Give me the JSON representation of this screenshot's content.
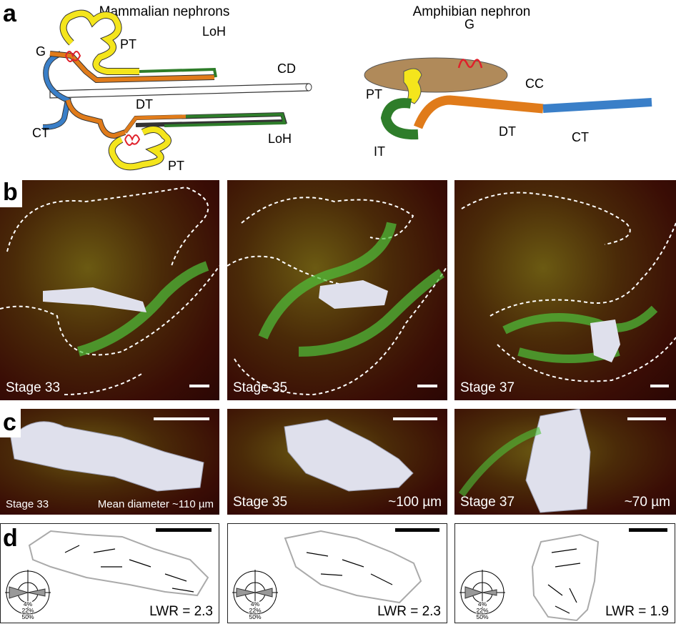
{
  "panel_labels": {
    "a": "a",
    "b": "b",
    "c": "c",
    "d": "d"
  },
  "panel_a": {
    "mammalian": {
      "title": "Mammalian nephrons",
      "labels": {
        "g": "G",
        "pt1": "PT",
        "loh1": "LoH",
        "cd": "CD",
        "dt": "DT",
        "ct": "CT",
        "loh2": "LoH",
        "pt2": "PT"
      }
    },
    "amphibian": {
      "title": "Amphibian nephron",
      "labels": {
        "g": "G",
        "cc": "CC",
        "pt": "PT",
        "dt": "DT",
        "it": "IT",
        "ct": "CT"
      }
    },
    "colors": {
      "pt": "#f4e51c",
      "dt": "#e07b1a",
      "loh": "#2e7d2a",
      "ct": "#3a7fc8",
      "glomerulus": "#e0202a",
      "cc": "#b08a5a"
    }
  },
  "panel_b": [
    {
      "stage": "Stage 33"
    },
    {
      "stage": "Stage 35"
    },
    {
      "stage": "Stage 37"
    }
  ],
  "panel_c": [
    {
      "stage": "Stage 33",
      "diameter": "Mean diameter ~110 µm"
    },
    {
      "stage": "Stage 35",
      "diameter": "~100 µm"
    },
    {
      "stage": "Stage 37",
      "diameter": "~70 µm"
    }
  ],
  "panel_d": {
    "rose_labels": [
      "4%",
      "22%",
      "50%"
    ],
    "items": [
      {
        "lwr": "LWR = 2.3"
      },
      {
        "lwr": "LWR = 2.3"
      },
      {
        "lwr": "LWR = 1.9"
      }
    ]
  }
}
